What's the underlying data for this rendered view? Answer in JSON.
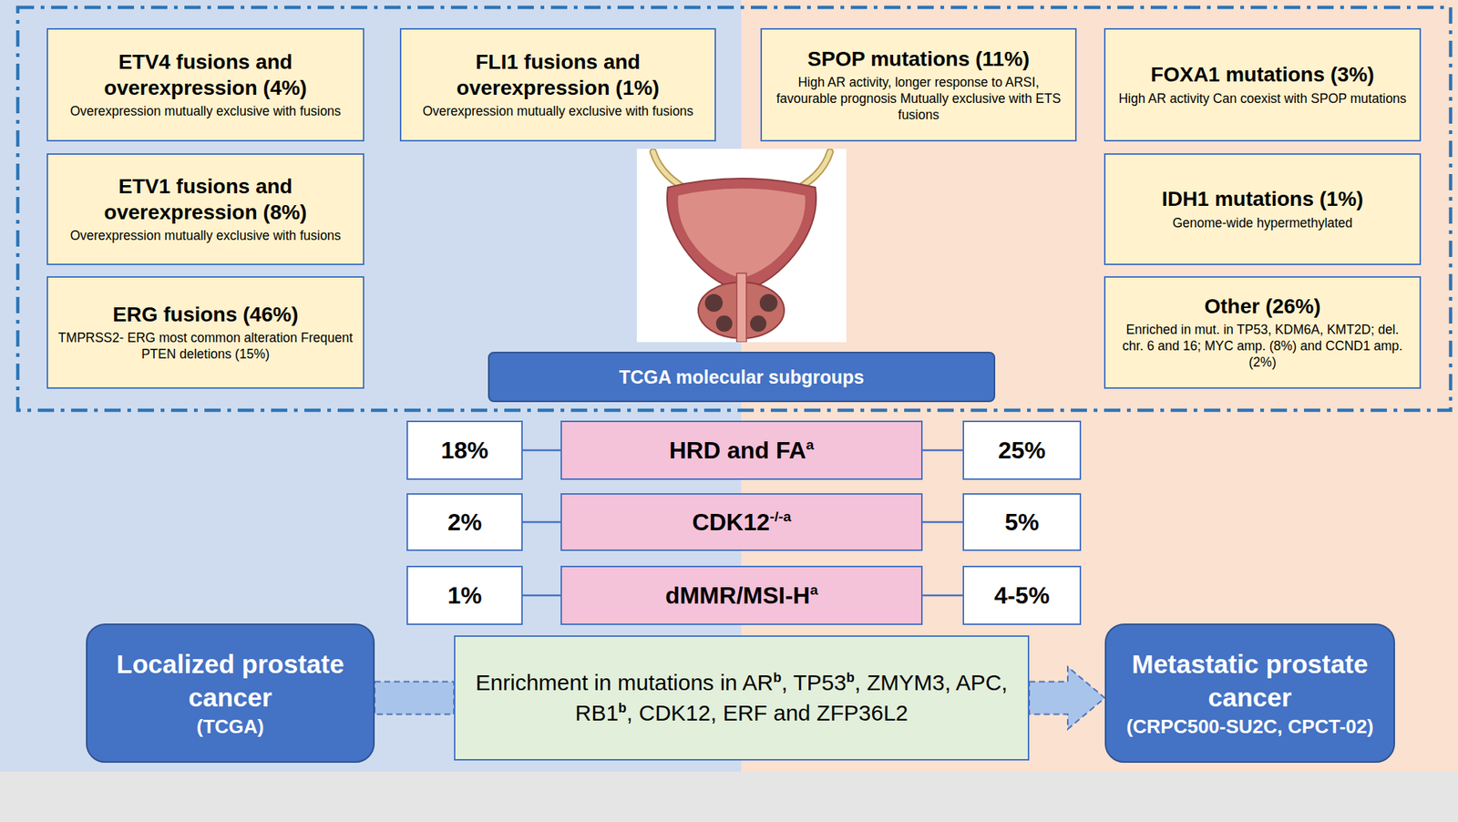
{
  "diagram": {
    "nodes": [
      {
        "text": [
          "ETV4 fusions and overexpression (4%)",
          "Overexpression mutually exclusive with fusions"
        ]
      },
      {
        "text": [
          "FLI1 fusions and overexpression (1%)",
          "Overexpression mutually exclusive with fusions"
        ]
      },
      {
        "text": [
          "SPOP mutations (11%)",
          "High AR activity, longer response to ARSI, favourable prognosis Mutually exclusive with ETS fusions"
        ]
      },
      {
        "text": [
          "FOXA1 mutations (3%)",
          "High AR activity Can coexist with SPOP mutations"
        ]
      },
      {
        "text": [
          "ETV1 fusions and overexpression (8%)",
          "Overexpression mutually exclusive with fusions"
        ]
      },
      {
        "text": [
          "IDH1 mutations (1%)",
          "Genome-wide hypermethylated"
        ]
      },
      {
        "text": [
          "ERG fusions (46%)",
          "TMPRSS2- ERG most common alteration Frequent PTEN deletions (15%)"
        ]
      },
      {
        "text": [
          "Other (26%)",
          "Enriched in mut. in TP53, KDM6A, KMT2D; del. chr. 6 and 16; MYC amp. (8%) and CCND1 amp. (2%)"
        ]
      },
      {
        "text": [
          "TCGA molecular subgroups"
        ]
      },
      {
        "text": [
          "18%"
        ]
      },
      {
        "text": [
          "HRD and FA",
          "a"
        ]
      },
      {
        "text": [
          "25%"
        ]
      },
      {
        "text": [
          "2%"
        ]
      },
      {
        "text": [
          "CDK12",
          "-/-",
          "a"
        ]
      },
      {
        "text": [
          "5%"
        ]
      },
      {
        "text": [
          "1%"
        ]
      },
      {
        "text": [
          "dMMR/MSI-H",
          "a"
        ]
      },
      {
        "text": [
          "4-5%"
        ]
      },
      {
        "text": [
          "Localized prostate cancer",
          "(TCGA)"
        ]
      },
      {
        "text": [
          "Enrichment in mutations in AR",
          "b",
          ", TP53",
          "b",
          ", ZMYM3, APC, RB1",
          "b",
          ", CDK12, ERF and ZFP36L2"
        ]
      },
      {
        "text": [
          "Metastatic prostate cancer",
          "(CRPC500-SU2C, CPCT-02)"
        ]
      }
    ],
    "edges": [
      {
        "from": 9,
        "to": 10,
        "arrow": "none"
      },
      {
        "from": 10,
        "to": 11,
        "arrow": "none"
      },
      {
        "from": 12,
        "to": 13,
        "arrow": "none"
      },
      {
        "from": 13,
        "to": 14,
        "arrow": "none"
      },
      {
        "from": 15,
        "to": 16,
        "arrow": "none"
      },
      {
        "from": 16,
        "to": 17,
        "arrow": "none"
      },
      {
        "from": 18,
        "to": 19,
        "arrow": "none"
      },
      {
        "from": 19,
        "to": 20,
        "arrow": "to"
      }
    ]
  }
}
